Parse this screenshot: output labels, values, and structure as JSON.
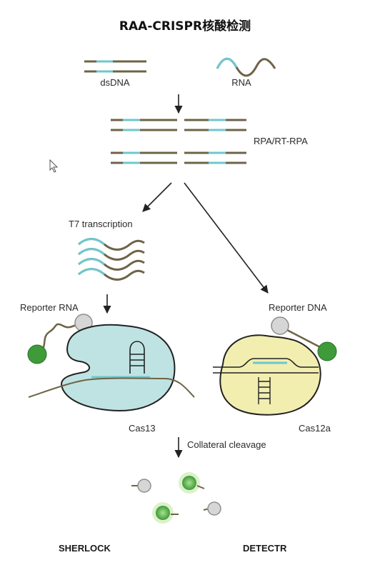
{
  "title": "RAA-CRISPR核酸检测",
  "labels": {
    "dsdna": "dsDNA",
    "rna": "RNA",
    "rpa": "RPA/RT-RPA",
    "t7": "T7 transcription",
    "reporter_rna": "Reporter RNA",
    "reporter_dna": "Reporter DNA",
    "cas13": "Cas13",
    "cas12a": "Cas12a",
    "collateral": "Collateral cleavage",
    "sherlock": "SHERLOCK",
    "detectr": "DETECTR"
  },
  "colors": {
    "strand": "#6e6446",
    "target": "#6ec7cf",
    "cas13_fill": "#bfe3e3",
    "cas12a_fill": "#f2eeb0",
    "fluor": "#3f9a3a",
    "quencher": "#d6d6d6",
    "arrow": "#222222"
  }
}
